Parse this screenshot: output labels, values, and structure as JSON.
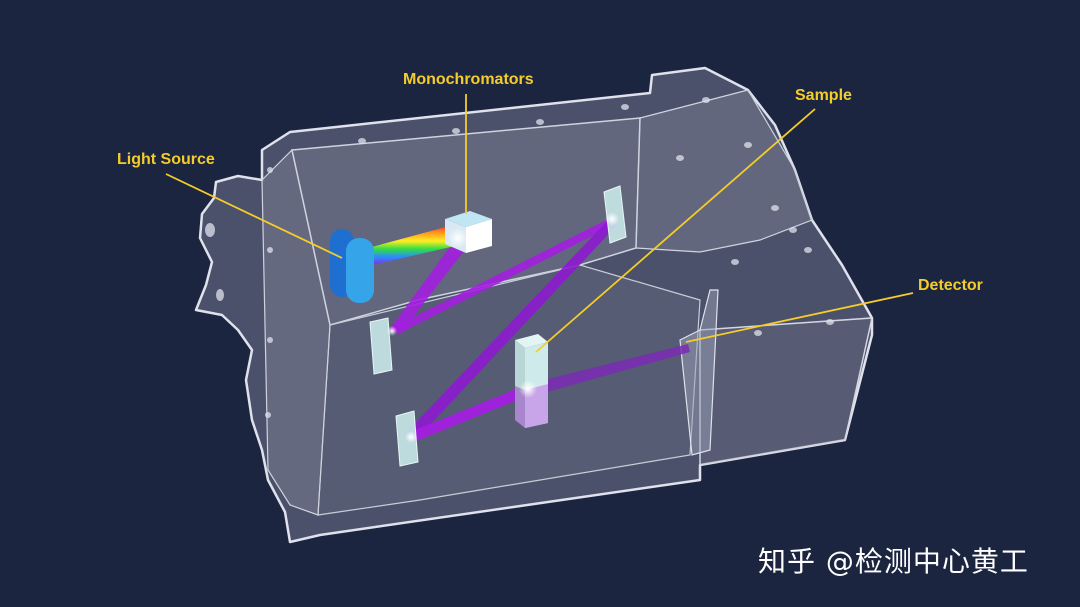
{
  "diagram": {
    "labels": {
      "light_source": "Light Source",
      "monochromators": "Monochromators",
      "sample": "Sample",
      "detector": "Detector"
    }
  },
  "watermark": "知乎 @检测中心黄工",
  "colors": {
    "background": "#1c2540",
    "label": "#f4cd2a",
    "beam": "#a31fe0",
    "housing": "#7c8095",
    "component": "#c9e8e8"
  }
}
